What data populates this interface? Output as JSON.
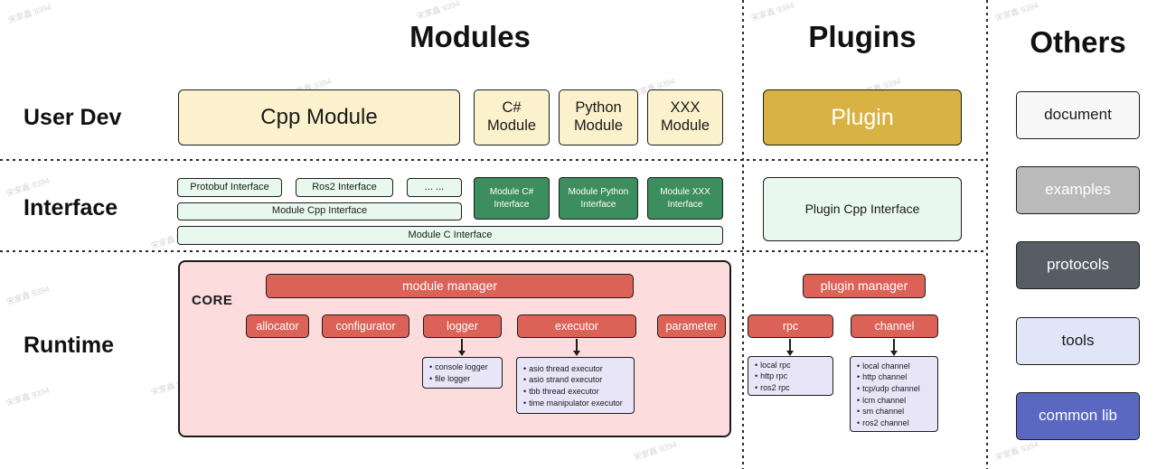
{
  "watermark": {
    "text": "宋家鑫 9394"
  },
  "headers": {
    "modules": "Modules",
    "plugins": "Plugins",
    "others": "Others"
  },
  "row_labels": {
    "user_dev": "User Dev",
    "interface": "Interface",
    "runtime": "Runtime"
  },
  "user_dev": {
    "cpp_module": "Cpp Module",
    "small_modules": [
      "C# Module",
      "Python Module",
      "XXX Module"
    ],
    "plugin": "Plugin"
  },
  "interface": {
    "protobuf": "Protobuf Interface",
    "ros2": "Ros2 Interface",
    "ellipsis": "... ...",
    "module_cpp": "Module Cpp Interface",
    "module_c": "Module C Interface",
    "module_lang": [
      "Module C# Interface",
      "Module Python Interface",
      "Module XXX Interface"
    ],
    "plugin_cpp": "Plugin Cpp Interface"
  },
  "runtime": {
    "core_label": "CORE",
    "module_manager": "module manager",
    "plugin_manager": "plugin manager",
    "components": [
      "allocator",
      "configurator",
      "logger",
      "executor",
      "parameter",
      "rpc",
      "channel"
    ],
    "logger_impls": [
      "console logger",
      "file logger"
    ],
    "executor_impls": [
      "asio thread executor",
      "asio strand executor",
      "tbb thread executor",
      "time manipulator executor"
    ],
    "rpc_impls": [
      "local rpc",
      "http rpc",
      "ros2 rpc"
    ],
    "channel_impls": [
      "local channel",
      "http channel",
      "tcp/udp channel",
      "lcm channel",
      "sm channel",
      "ros2 channel"
    ]
  },
  "others": {
    "items": [
      {
        "label": "document",
        "bg": "#f7f7f7",
        "fg": "#1c1c1c"
      },
      {
        "label": "examples",
        "bg": "#bababa",
        "fg": "#ffffff"
      },
      {
        "label": "protocols",
        "bg": "#575d64",
        "fg": "#ffffff"
      },
      {
        "label": "tools",
        "bg": "#e0e5f7",
        "fg": "#1c1c1c"
      },
      {
        "label": "common lib",
        "bg": "#5a68c2",
        "fg": "#ffffff"
      }
    ]
  },
  "colors": {
    "cream": "#fbf1cc",
    "gold": "#d8b242",
    "light_green": "#e9f8ef",
    "dark_green": "#3d8e5e",
    "red": "#dc6156",
    "pink": "#fcdcdc",
    "lavender": "#e9e5f8"
  }
}
